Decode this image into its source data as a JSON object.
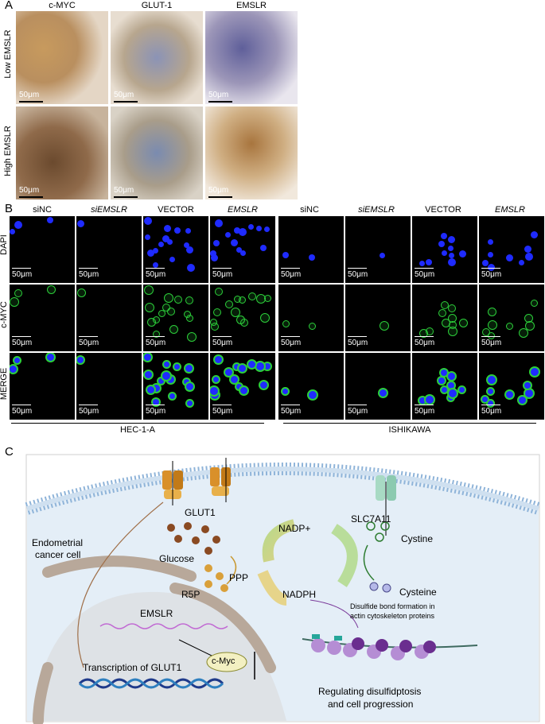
{
  "panelA": {
    "label": "A",
    "columns": [
      "c-MYC",
      "GLUT-1",
      "EMSLR"
    ],
    "rows": [
      "Low EMSLR",
      "High EMSLR"
    ],
    "scale": "50μm"
  },
  "panelB": {
    "label": "B",
    "columns": [
      "siNC",
      "siEMSLR",
      "VECTOR",
      "EMSLR",
      "siNC",
      "siEMSLR",
      "VECTOR",
      "EMSLR"
    ],
    "rows": [
      "DAPI",
      "c-MYC",
      "MERGE"
    ],
    "scale": "50μm",
    "groups": [
      "HEC-1-A",
      "ISHIKAWA"
    ]
  },
  "panelC": {
    "label": "C",
    "glut1": "GLUT1",
    "slc7a11": "SLC7A11",
    "cell_label_1": "Endometrial",
    "cell_label_2": "cancer cell",
    "glucose": "Glucose",
    "ppp": "PPP",
    "r5p": "R5P",
    "nadp_plus": "NADP+",
    "nadph": "NADPH",
    "cystine": "Cystine",
    "cysteine": "Cysteine",
    "disulfide_1": "Disulfide bond formation in",
    "disulfide_2": "actin cytoskeleton proteins",
    "emslr": "EMSLR",
    "cmyc": "c-Myc",
    "transcription": "Transcription of GLUT1",
    "regulating_1": "Regulating disulfidptosis",
    "regulating_2": "and cell progression"
  },
  "colors": {
    "dapi": "#1f2bff",
    "cmyc_green": "#2ccf3a",
    "ihc_brown": "#9a6b3c",
    "ihc_blue": "#5a6fa8",
    "membrane": "#8fb4d9",
    "cytoplasm": "#e3eef7"
  }
}
